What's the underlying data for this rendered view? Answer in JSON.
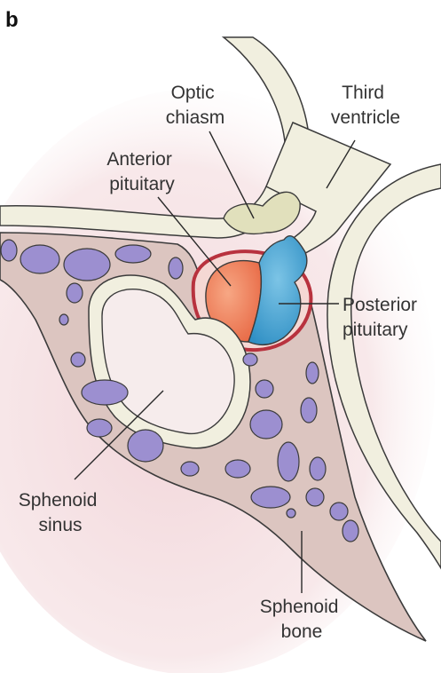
{
  "panel_letter": "b",
  "labels": {
    "optic_chiasm": [
      "Optic",
      "chiasm"
    ],
    "third_ventricle": [
      "Third",
      "ventricle"
    ],
    "anterior_pituitary": [
      "Anterior",
      "pituitary"
    ],
    "posterior_pituitary": [
      "Posterior",
      "pituitary"
    ],
    "sphenoid_sinus": [
      "Sphenoid",
      "sinus"
    ],
    "sphenoid_bone": [
      "Sphenoid",
      "bone"
    ]
  },
  "colors": {
    "background_tint": "#f2d6da",
    "brain_tissue": "#f1efdf",
    "bone": "#dcc5c0",
    "bone_outline": "#3b3b3b",
    "cavities": "#9c8fd0",
    "sinus_fill": "#f6ecec",
    "anterior_pituitary": "#f0825c",
    "posterior_pituitary": "#4aa6d4",
    "optic_chiasm": "#e1e0bc",
    "fossa": "#b8323e"
  }
}
